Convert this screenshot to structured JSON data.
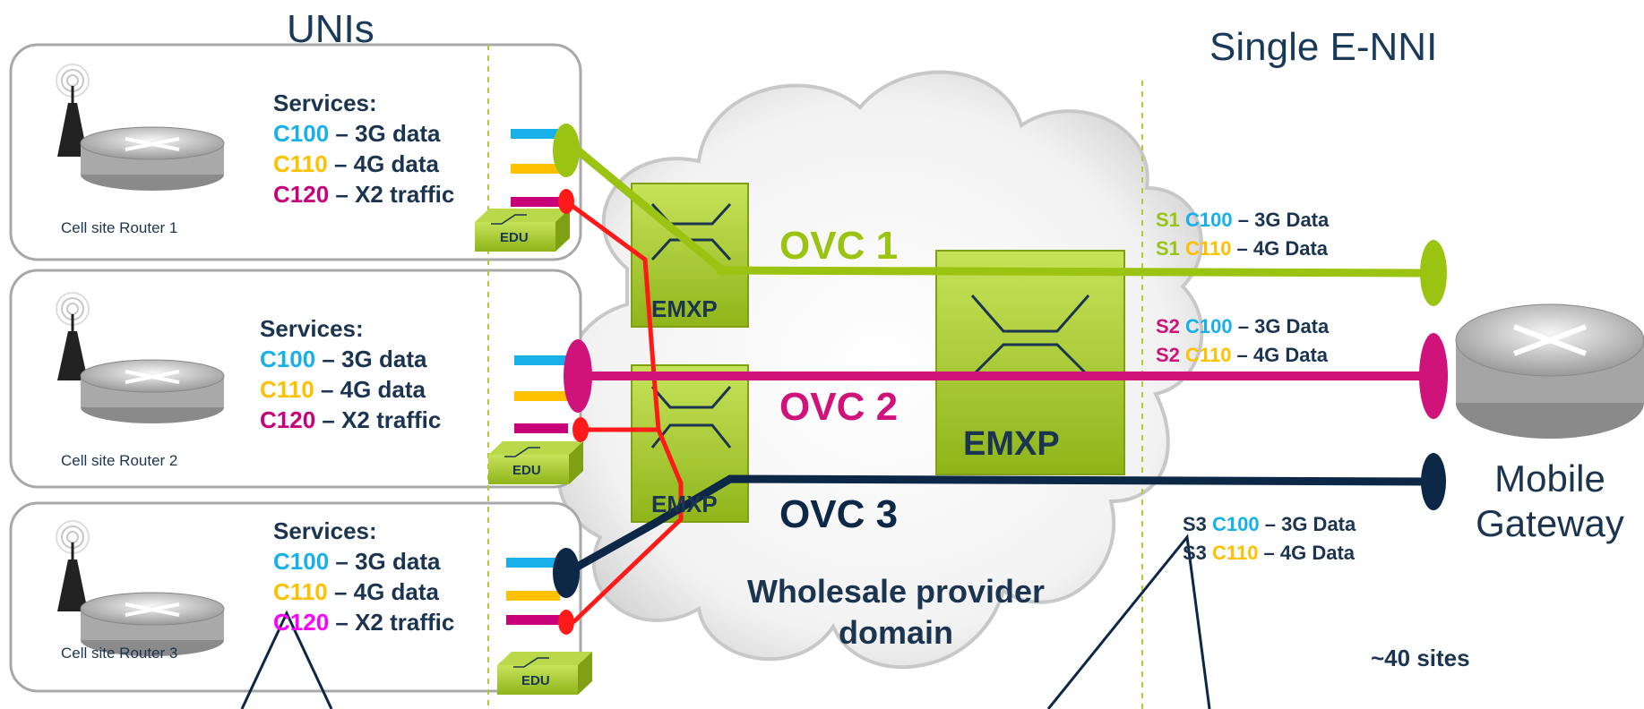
{
  "headings": {
    "unis": "UNIs",
    "enni": "Single E-NNI"
  },
  "routers": [
    {
      "label": "Cell site Router 1",
      "services_title": "Services:",
      "services": [
        {
          "code": "C100",
          "desc": " – 3G data",
          "color": "#17b0ea"
        },
        {
          "code": "C110",
          "desc": " – 4G data",
          "color": "#ffc000"
        },
        {
          "code": "C120",
          "desc": " – X2 traffic",
          "color": "#c8007a"
        }
      ],
      "edu": "EDU"
    },
    {
      "label": "Cell site Router 2",
      "services_title": "Services:",
      "services": [
        {
          "code": "C100",
          "desc": " – 3G data",
          "color": "#17b0ea"
        },
        {
          "code": "C110",
          "desc": " – 4G data",
          "color": "#ffc000"
        },
        {
          "code": "C120",
          "desc": " – X2 traffic",
          "color": "#c8007a"
        }
      ],
      "edu": "EDU"
    },
    {
      "label": "Cell site Router 3",
      "services_title": "Services:",
      "services": [
        {
          "code": "C100",
          "desc": " – 3G data",
          "color": "#17b0ea"
        },
        {
          "code": "C110",
          "desc": " – 4G data",
          "color": "#ffc000"
        },
        {
          "code": "C120",
          "desc": " – X2 traffic",
          "color": "#ff00ff"
        }
      ],
      "edu": "EDU"
    }
  ],
  "emxp_labels": [
    "EMXP",
    "EMXP",
    "EMXP"
  ],
  "ovcs": [
    {
      "label": "OVC 1",
      "color": "#9ac411"
    },
    {
      "label": "OVC 2",
      "color": "#d0127b"
    },
    {
      "label": "OVC 3",
      "color": "#0d2747"
    }
  ],
  "cloud_label_line1": "Wholesale provider",
  "cloud_label_line2": "domain",
  "enni_services": [
    {
      "prefix": "S1",
      "prefix_color": "#9ac411",
      "items": [
        {
          "code": "C100",
          "code_color": "#17b0ea",
          "desc": " – 3G Data"
        },
        {
          "code": "C110",
          "code_color": "#ffc000",
          "desc": " – 4G Data"
        }
      ]
    },
    {
      "prefix": "S2",
      "prefix_color": "#d0127b",
      "items": [
        {
          "code": "C100",
          "code_color": "#17b0ea",
          "desc": " – 3G Data"
        },
        {
          "code": "C110",
          "code_color": "#ffc000",
          "desc": " – 4G Data"
        }
      ]
    },
    {
      "prefix": "S3",
      "prefix_color": "#1b3450",
      "items": [
        {
          "code": "C100",
          "code_color": "#17b0ea",
          "desc": " – 3G Data"
        },
        {
          "code": "C110",
          "code_color": "#ffc000",
          "desc": " – 4G Data"
        }
      ]
    }
  ],
  "sites_count": "~40 sites",
  "gateway_line1": "Mobile",
  "gateway_line2": "Gateway",
  "colors": {
    "green": "#9ac411",
    "magenta": "#d0127b",
    "navy": "#0d2747",
    "red": "#ff1a1a",
    "blue": "#17b0ea",
    "orange": "#ffc000"
  }
}
